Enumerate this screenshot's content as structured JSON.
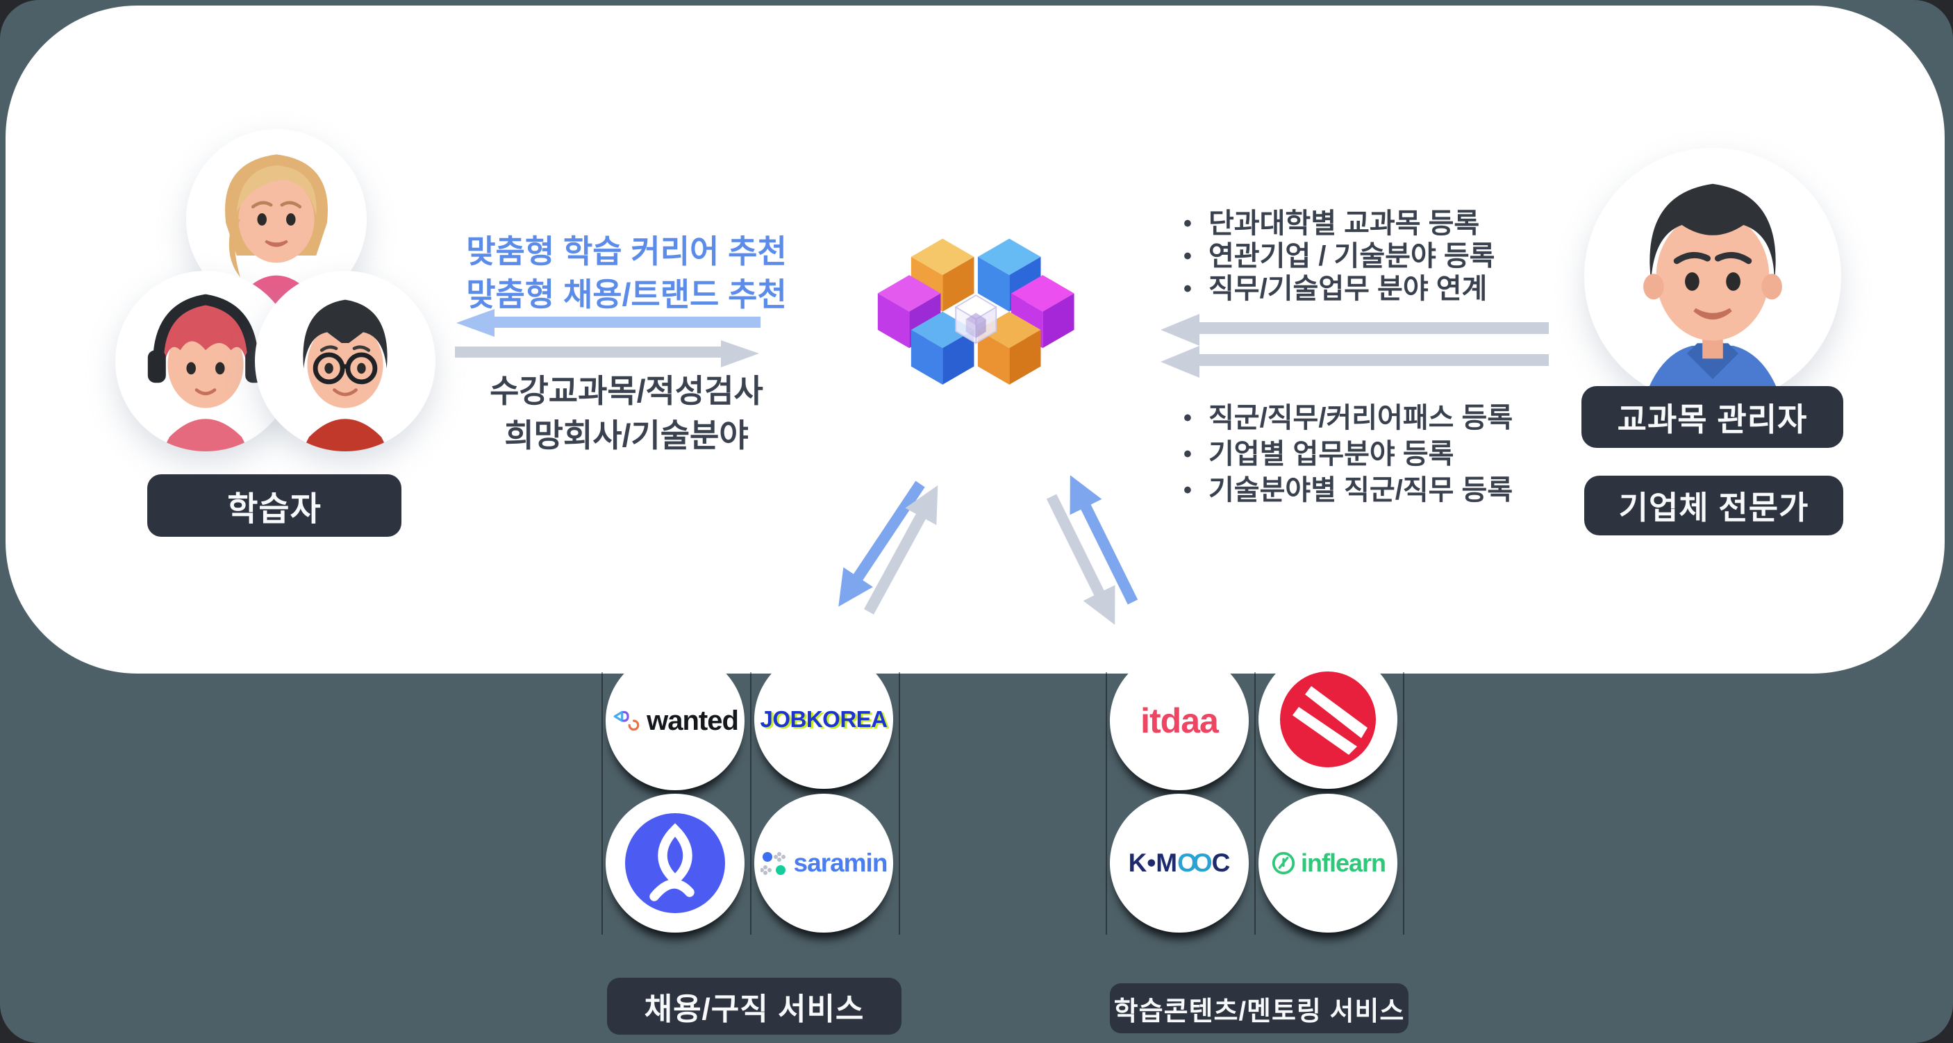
{
  "colors": {
    "background": "#4E6067",
    "panel": "#FFFFFF",
    "label_box": "#2D3440",
    "accent_blue_text": "#5C8CE9",
    "arrow_blue_light": "#A3C1F3",
    "arrow_blue": "#7EA6EF",
    "arrow_gray": "#C9D0DB",
    "dark_text": "#3A4250"
  },
  "learner": {
    "label": "학습자"
  },
  "manager": {
    "label_primary": "교과목 관리자",
    "label_secondary": "기업체 전문가"
  },
  "left_flow": {
    "to_learner_lines": [
      "맞춤형 학습 커리어 추천",
      "맞춤형 채용/트랜드 추천"
    ],
    "to_platform_lines": [
      "수강교과목/적성검사",
      "희망회사/기술분야"
    ]
  },
  "right_flow": {
    "top_bullets": [
      "단과대학별 교과목 등록",
      "연관기업 / 기술분야 등록",
      "직무/기술업무 분야 연계"
    ],
    "bottom_bullets": [
      "직군/직무/커리어패스 등록",
      "기업별 업무분야 등록",
      "기술분야별 직군/직무 등록"
    ]
  },
  "recruit_services": {
    "label": "채용/구직 서비스",
    "logos": {
      "wanted": "wanted",
      "jobkorea": "JOBKOREA",
      "saramin": "saramin"
    }
  },
  "learning_services": {
    "label": "학습콘텐츠/멘토링 서비스",
    "logos": {
      "itdaa": "itdaa",
      "kmooc_parts": [
        "K•M",
        "OO",
        "C"
      ],
      "inflearn": "inflearn"
    }
  }
}
